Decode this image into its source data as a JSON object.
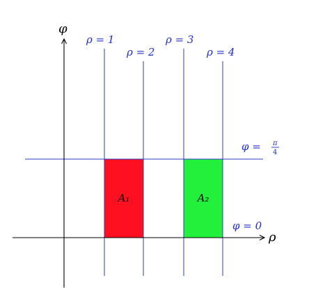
{
  "colors": {
    "grid_line": "#2b3bbd",
    "axis": "#000000",
    "region_a1": "#ff1020",
    "region_a2": "#22f03a",
    "label": "#1f2ec9"
  },
  "axes": {
    "horizontal_label": "ρ",
    "vertical_label": "φ"
  },
  "rho_lines": [
    {
      "value": 1,
      "label": "ρ = 1"
    },
    {
      "value": 2,
      "label": "ρ = 2"
    },
    {
      "value": 3,
      "label": "ρ = 3"
    },
    {
      "value": 4,
      "label": "ρ = 4"
    }
  ],
  "phi_lines": [
    {
      "label": "φ = 0"
    },
    {
      "label_lhs": "φ =",
      "label_num": "π",
      "label_den": "4"
    }
  ],
  "regions": [
    {
      "label": "A₁",
      "rho_from": 1,
      "rho_to": 2,
      "color": "#ff1020"
    },
    {
      "label": "A₂",
      "rho_from": 3,
      "rho_to": 4,
      "color": "#22f03a"
    }
  ]
}
